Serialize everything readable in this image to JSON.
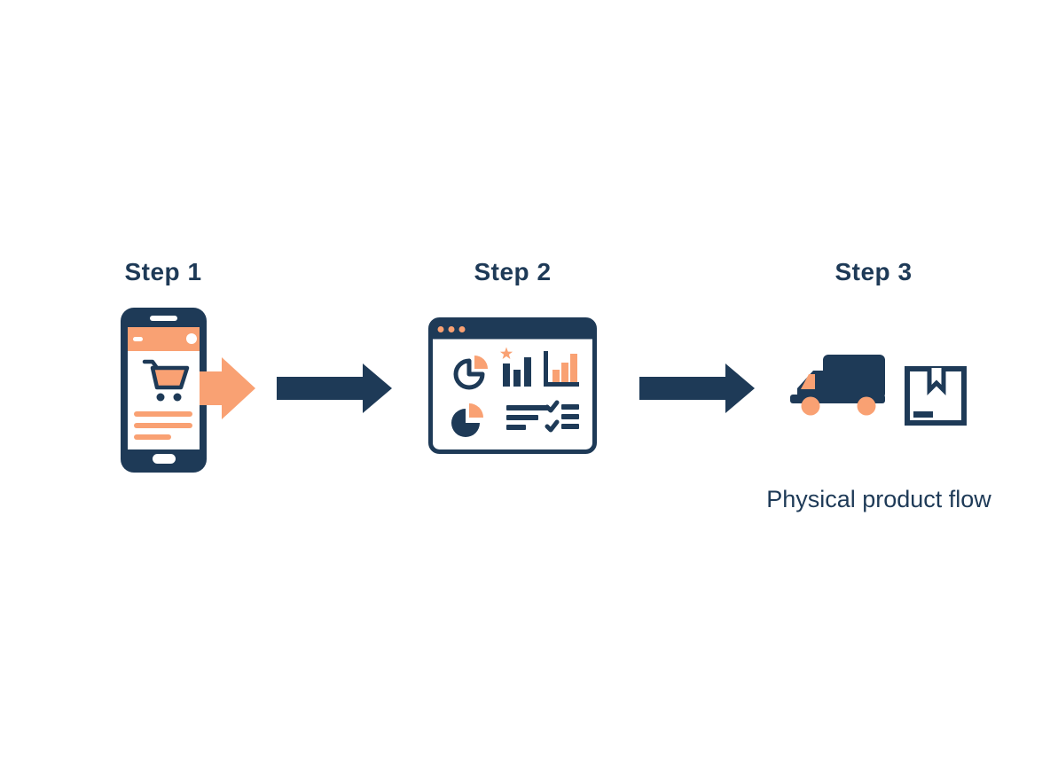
{
  "colors": {
    "navy": "#1e3a57",
    "orange": "#f9a173",
    "background": "#ffffff"
  },
  "steps": [
    {
      "label": "Step 1",
      "icon": "smartphone-shopping-cart-icon"
    },
    {
      "label": "Step 2",
      "icon": "analytics-dashboard-browser-icon"
    },
    {
      "label": "Step 3",
      "icons": [
        "delivery-truck-icon",
        "package-box-icon"
      ],
      "caption": "Physical product flow"
    }
  ],
  "connectors": [
    {
      "name": "short-orange-arrow",
      "direction": "right",
      "color_key": "orange"
    },
    {
      "name": "long-navy-arrow-1",
      "direction": "right",
      "color_key": "navy"
    },
    {
      "name": "long-navy-arrow-2",
      "direction": "right",
      "color_key": "navy"
    }
  ]
}
